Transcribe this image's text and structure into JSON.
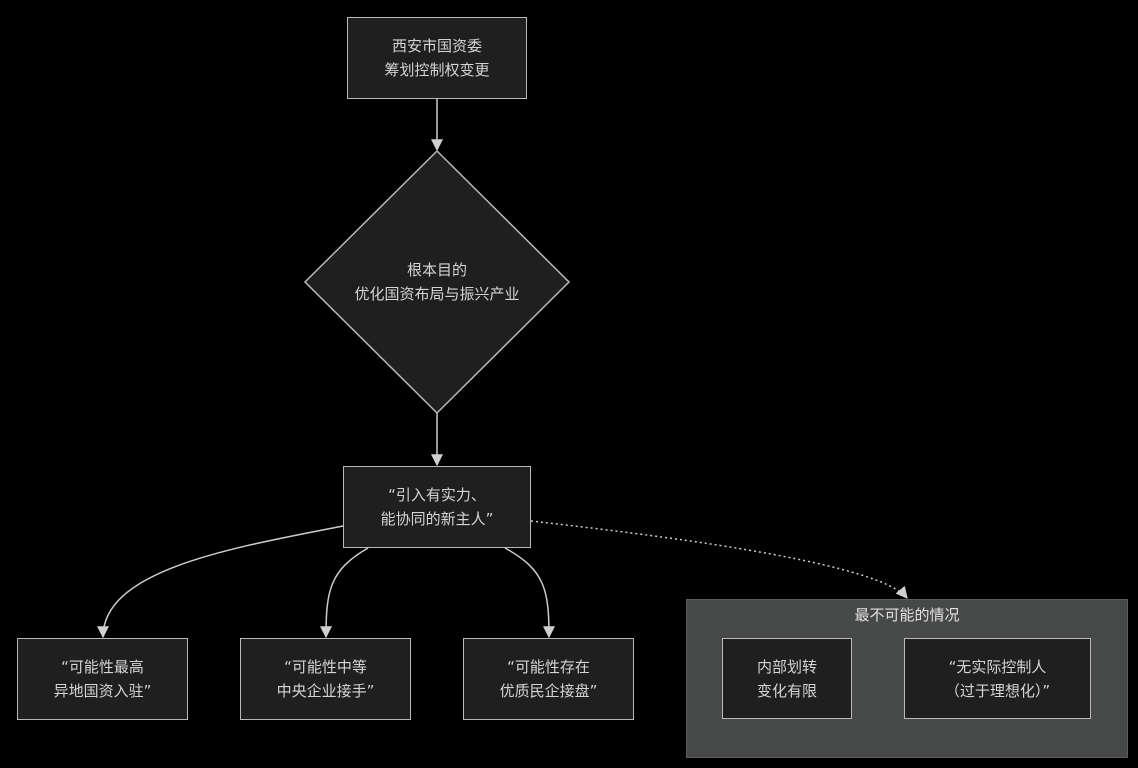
{
  "diagram": {
    "type": "flowchart",
    "colors": {
      "background": "#000000",
      "node_fill": "#1f1f1f",
      "node_border": "#b9b9b9",
      "node_text": "#d4d4d4",
      "group_fill": "#474949",
      "edge": "#cccccc"
    },
    "nodes": {
      "start": {
        "lines": [
          "西安市国资委",
          "筹划控制权变更"
        ]
      },
      "purpose": {
        "lines": [
          "根本目的",
          "优化国资布局与振兴产业"
        ]
      },
      "goal": {
        "lines": [
          "“引入有实力、",
          "能协同的新主人”"
        ]
      },
      "option1": {
        "lines": [
          "“可能性最高",
          "异地国资入驻”"
        ]
      },
      "option2": {
        "lines": [
          "“可能性中等",
          "中央企业接手”"
        ]
      },
      "option3": {
        "lines": [
          "“可能性存在",
          "优质民企接盘”"
        ]
      },
      "unlikely1": {
        "lines": [
          "内部划转",
          "变化有限"
        ]
      },
      "unlikely2": {
        "lines": [
          "“无实际控制人",
          "（过于理想化）”"
        ]
      }
    },
    "group": {
      "title": "最不可能的情况"
    },
    "edges": [
      {
        "from": "start",
        "to": "purpose",
        "style": "solid"
      },
      {
        "from": "purpose",
        "to": "goal",
        "style": "solid"
      },
      {
        "from": "goal",
        "to": "option1",
        "style": "solid"
      },
      {
        "from": "goal",
        "to": "option2",
        "style": "solid"
      },
      {
        "from": "goal",
        "to": "option3",
        "style": "solid"
      },
      {
        "from": "goal",
        "to": "group",
        "style": "dotted"
      }
    ]
  }
}
